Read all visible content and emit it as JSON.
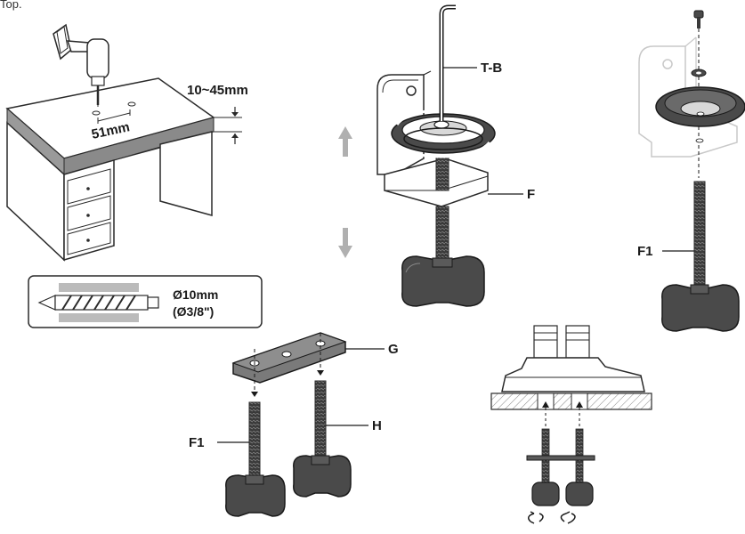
{
  "top_text": "Top.",
  "desk": {
    "thickness_range": "10~45mm",
    "hole_spacing": "51mm"
  },
  "drill_bit": {
    "diameter_mm": "Ø10mm",
    "diameter_in": "(Ø3/8\")"
  },
  "labels": {
    "tb": "T-B",
    "f": "F",
    "f1_right": "F1",
    "g": "G",
    "f1_left": "F1",
    "h": "H"
  },
  "colors": {
    "line": "#2a2a2a",
    "dark_part": "#4a4a4a",
    "arrow_gray": "#b0b0b0"
  }
}
